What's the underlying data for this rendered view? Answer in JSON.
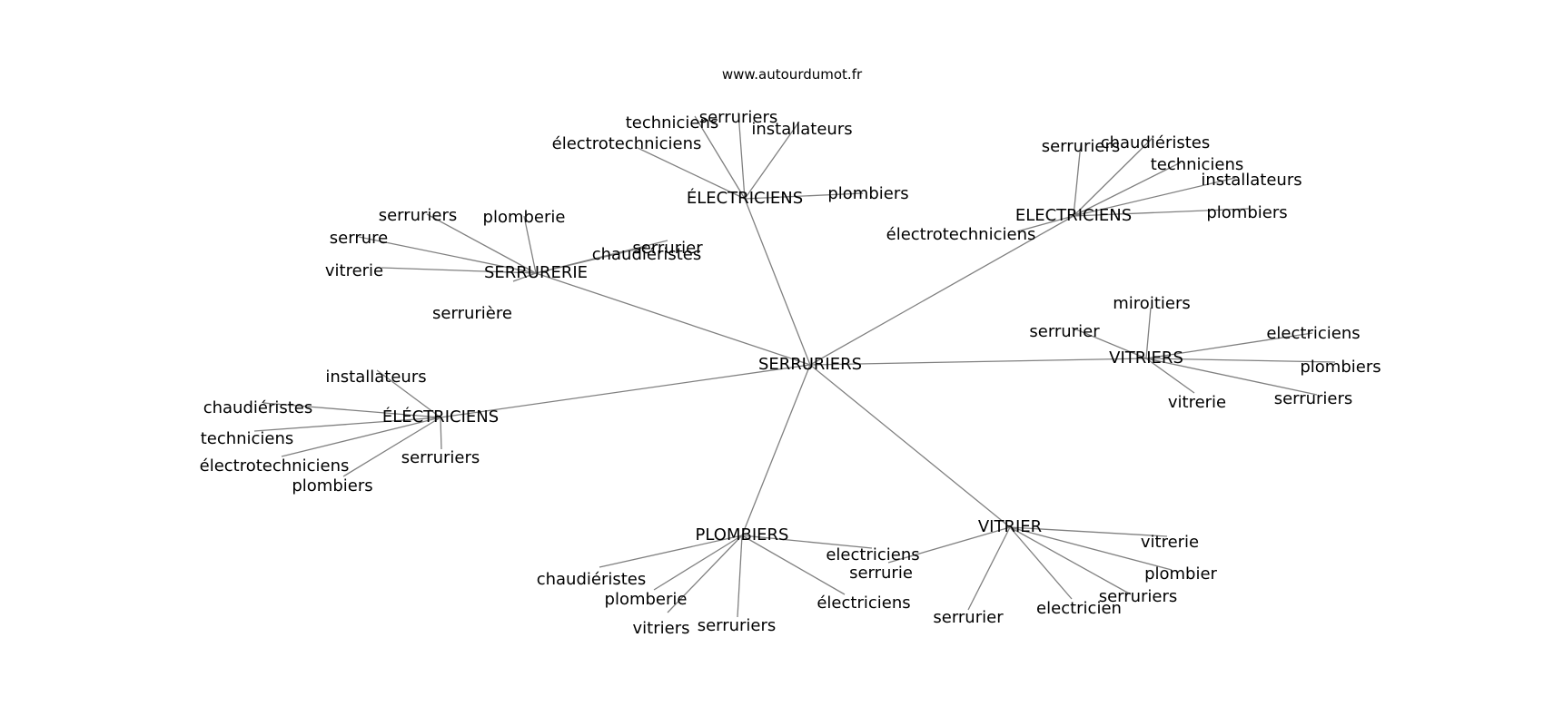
{
  "watermark": "www.autourdumot.fr",
  "colors": {
    "edge": "#808080",
    "text": "#000000",
    "background": "#ffffff"
  },
  "graph": {
    "root": {
      "id": "root",
      "label": "SERRURIERS"
    },
    "clusters": [
      {
        "id": "serrurerie",
        "label": "SERRURERIE",
        "leaves": [
          "serruriers",
          "plomberie",
          "serrure",
          "vitrerie",
          "serrurière",
          "chaudiéristes",
          "serrurier"
        ]
      },
      {
        "id": "electriciens_top",
        "label": "ÉLECTRICIENS",
        "leaves": [
          "techniciens",
          "serruriers",
          "installateurs",
          "électrotechniciens",
          "plombiers"
        ]
      },
      {
        "id": "electriciens_right",
        "label": "ELECTRICIENS",
        "leaves": [
          "serruriers",
          "chaudiéristes",
          "techniciens",
          "installateurs",
          "plombiers",
          "électrotechniciens"
        ]
      },
      {
        "id": "vitriers",
        "label": "VITRIERS",
        "leaves": [
          "miroitiers",
          "serrurier",
          "electriciens",
          "plombiers",
          "vitrerie",
          "serruriers"
        ]
      },
      {
        "id": "electriciens_left",
        "label": "ÉLÉCTRICIENS",
        "leaves": [
          "installateurs",
          "chaudiéristes",
          "techniciens",
          "électrotechniciens",
          "plombiers",
          "serruriers"
        ]
      },
      {
        "id": "plombiers",
        "label": "PLOMBIERS",
        "leaves": [
          "electriciens",
          "chaudiéristes",
          "plomberie",
          "vitriers",
          "serruriers",
          "électriciens"
        ]
      },
      {
        "id": "vitrier",
        "label": "VITRIER",
        "leaves": [
          "serrurie",
          "vitrerie",
          "plombier",
          "serruriers",
          "electricien",
          "serrurier"
        ]
      }
    ]
  }
}
